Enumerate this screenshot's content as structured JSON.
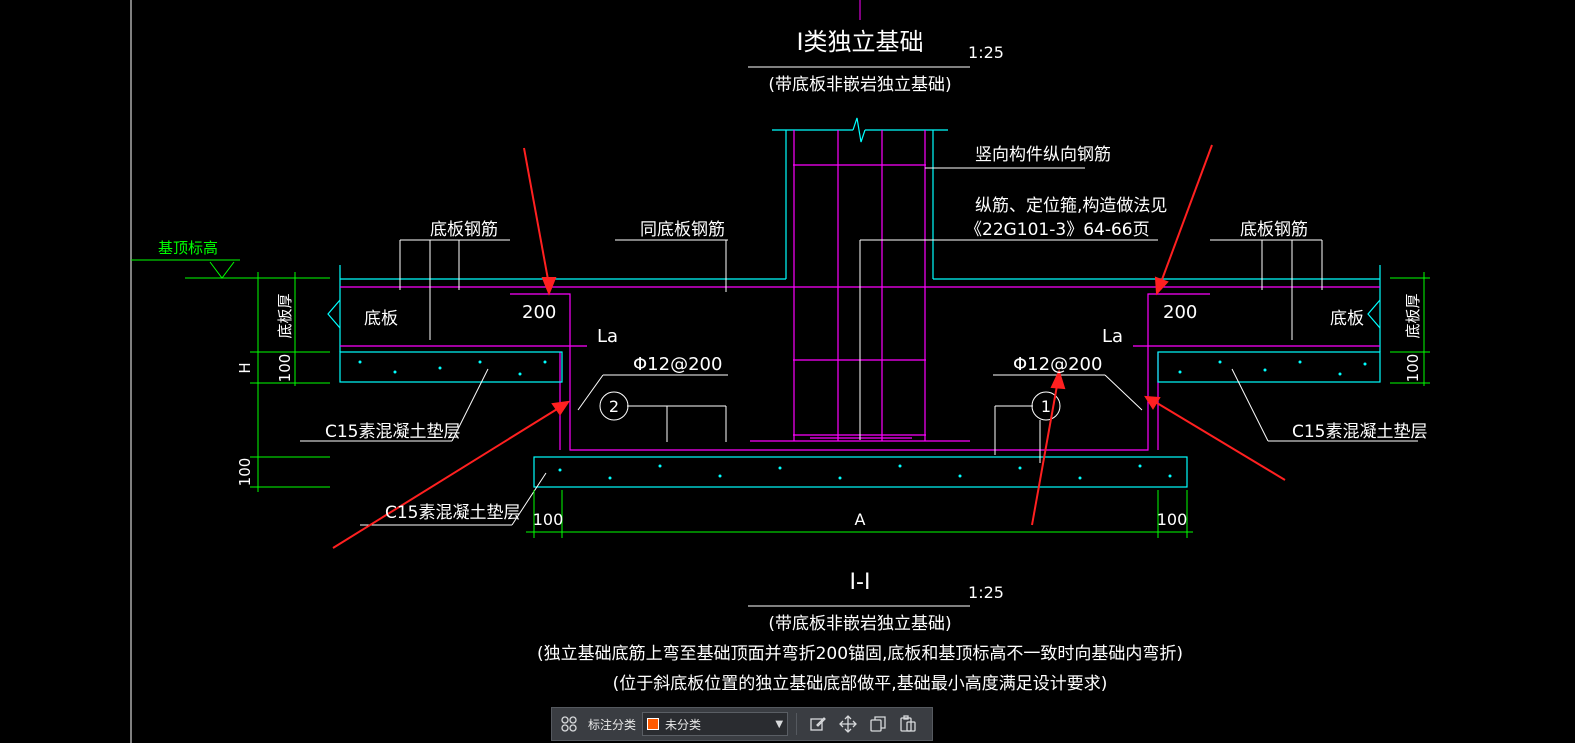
{
  "drawing": {
    "title_main": "I类独立基础",
    "scale_top": "1:25",
    "subtitle_top": "(带底板非嵌岩独立基础)",
    "label_vertical_rebar": "竖向构件纵向钢筋",
    "note_line1": "纵筋、定位箍,构造做法见",
    "note_line2": "《22G101-3》64-66页",
    "label_base_rebar_left": "底板钢筋",
    "label_same_base_rebar": "同底板钢筋",
    "label_base_rebar_right": "底板钢筋",
    "label_top_elev": "基顶标高",
    "label_slab_left": "底板",
    "label_slab_right": "底板",
    "dim_slab_thick_left": "底板厚",
    "dim_slab_thick_right": "底板厚",
    "dim_200_left": "200",
    "dim_200_right": "200",
    "label_la_left": "La",
    "label_la_right": "La",
    "rebar_left": "Φ12@200",
    "rebar_right": "Φ12@200",
    "circle_left": "2",
    "circle_right": "1",
    "dim_100_l1": "100",
    "dim_100_r1": "100",
    "dim_100_l2": "100",
    "dim_H": "H",
    "pad_left": "C15素混凝土垫层",
    "pad_right": "C15素混凝土垫层",
    "pad_bottom": "C15素混凝土垫层",
    "dim_bottom_100_left": "100",
    "dim_bottom_A": "A",
    "dim_bottom_100_right": "100",
    "section_label": "I-I",
    "scale_bottom": "1:25",
    "subtitle_bottom": "(带底板非嵌岩独立基础)",
    "note_bottom_1": "(独立基础底筋上弯至基础顶面并弯折200锚固,底板和基顶标高不一致时向基础内弯折)",
    "note_bottom_2": "(位于斜底板位置的独立基础底部做平,基础最小高度满足设计要求)"
  },
  "colors": {
    "cyan": "#00ffff",
    "magenta": "#ff00ff",
    "green": "#00ff00",
    "white": "#ffffff",
    "red": "#ff2020",
    "swatch": "#ff5a00"
  },
  "toolbar": {
    "group_icon": "grid-icon",
    "label": "标注分类",
    "category_value": "未分类",
    "edit_icon": "edit-icon",
    "move_icon": "move-icon",
    "copy_icon": "copy-icon",
    "paste_icon": "paste-icon"
  }
}
